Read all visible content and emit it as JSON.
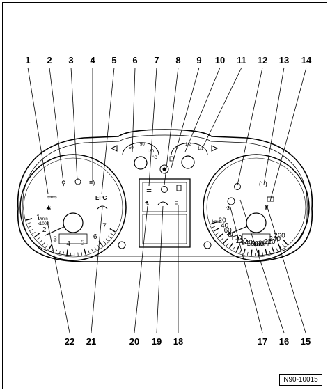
{
  "callouts_top": [
    "1",
    "2",
    "3",
    "4",
    "5",
    "6",
    "7",
    "8",
    "9",
    "10",
    "11",
    "12",
    "13",
    "14"
  ],
  "callouts_bottom": [
    "22",
    "21",
    "20",
    "19",
    "18",
    "17",
    "16",
    "15"
  ],
  "tachometer": {
    "scale": [
      "1",
      "2",
      "3",
      "4",
      "5",
      "6",
      "7"
    ],
    "unit_label": "1/min",
    "unit_multiplier": "x1000",
    "warning_text": "EPC"
  },
  "speedometer": {
    "major": [
      "20",
      "40",
      "60",
      "80",
      "100",
      "120",
      "140",
      "160",
      "180",
      "200",
      "220",
      "240",
      "260"
    ],
    "unit_label": "km/h"
  },
  "temp_gauge": {
    "labels": [
      "50",
      "90",
      "130"
    ],
    "unit": "°C"
  },
  "fuel_gauge": {
    "labels": [
      "0",
      "1/2",
      "1/1"
    ]
  },
  "reference": "N90-10015"
}
